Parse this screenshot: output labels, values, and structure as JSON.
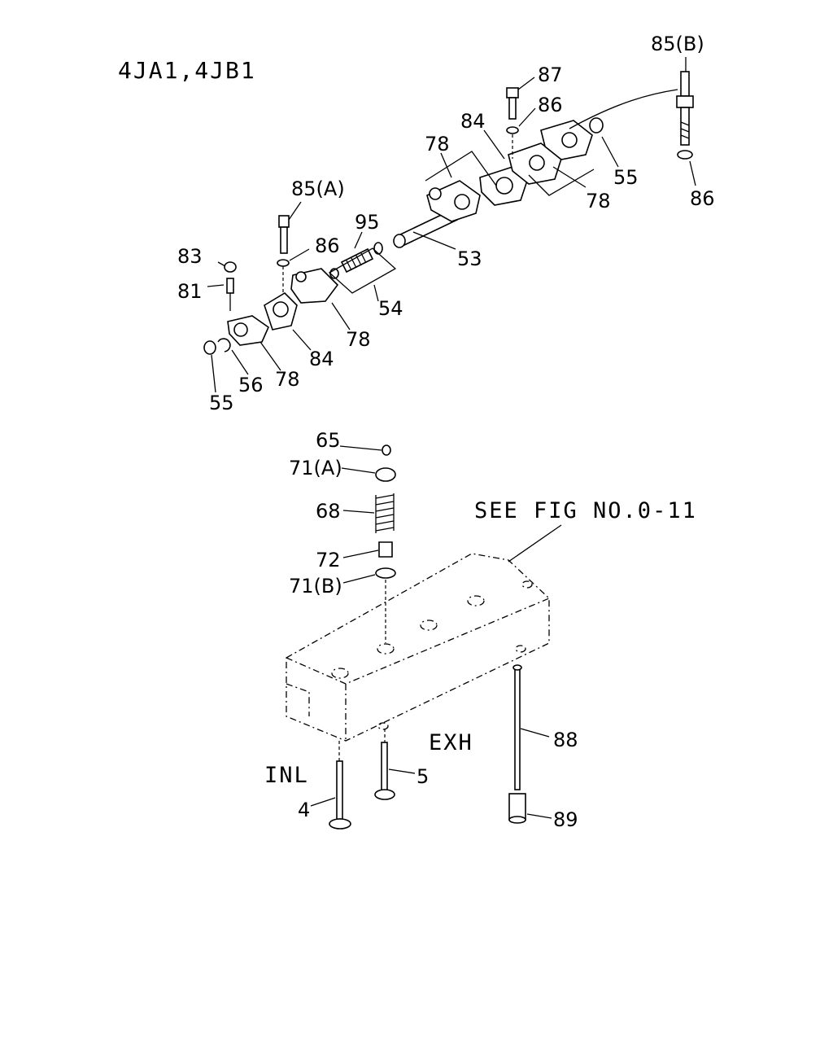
{
  "title": "4JA1,4JB1",
  "note": "SEE FIG NO.0-11",
  "side_labels": {
    "intake": "INL",
    "exhaust": "EXH"
  },
  "callouts": [
    {
      "id": "85B",
      "text": "85(B)"
    },
    {
      "id": "87",
      "text": "87"
    },
    {
      "id": "86a",
      "text": "86"
    },
    {
      "id": "84a",
      "text": "84"
    },
    {
      "id": "78a",
      "text": "78"
    },
    {
      "id": "55a",
      "text": "55"
    },
    {
      "id": "78b",
      "text": "78"
    },
    {
      "id": "86b",
      "text": "86"
    },
    {
      "id": "85A",
      "text": "85(A)"
    },
    {
      "id": "95",
      "text": "95"
    },
    {
      "id": "83",
      "text": "83"
    },
    {
      "id": "86c",
      "text": "86"
    },
    {
      "id": "53",
      "text": "53"
    },
    {
      "id": "81",
      "text": "81"
    },
    {
      "id": "54",
      "text": "54"
    },
    {
      "id": "78c",
      "text": "78"
    },
    {
      "id": "84b",
      "text": "84"
    },
    {
      "id": "56",
      "text": "56"
    },
    {
      "id": "78d",
      "text": "78"
    },
    {
      "id": "55b",
      "text": "55"
    },
    {
      "id": "65",
      "text": "65"
    },
    {
      "id": "71A",
      "text": "71(A)"
    },
    {
      "id": "68",
      "text": "68"
    },
    {
      "id": "72",
      "text": "72"
    },
    {
      "id": "71B",
      "text": "71(B)"
    },
    {
      "id": "88",
      "text": "88"
    },
    {
      "id": "5",
      "text": "5"
    },
    {
      "id": "4",
      "text": "4"
    },
    {
      "id": "89",
      "text": "89"
    }
  ]
}
